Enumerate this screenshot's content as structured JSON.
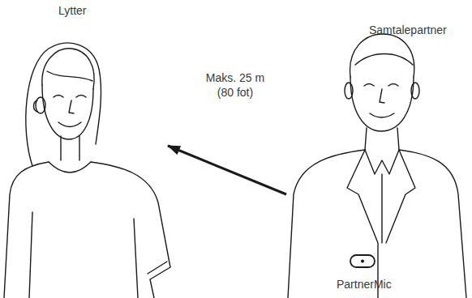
{
  "diagram": {
    "nodes": [
      {
        "text": [
          "Lytter"
        ]
      },
      {
        "text": [
          "Samtalepartner"
        ]
      },
      {
        "text": [
          "PartnerMic"
        ],
        "in": 1
      }
    ],
    "edges": [
      {
        "from": 1,
        "to": 0,
        "arrow": "to",
        "label": "Maks. 25 m (80 fot)"
      }
    ]
  }
}
